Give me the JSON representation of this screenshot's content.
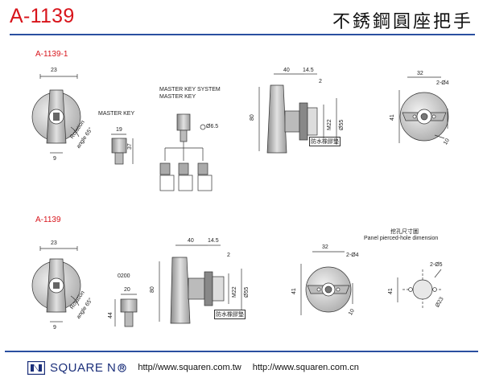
{
  "header": {
    "code": "A-1139",
    "title_cn": "不銹鋼圓座把手"
  },
  "sections": {
    "top_label": "A-1139-1",
    "bottom_label": "A-1139"
  },
  "labels": {
    "master_key": "MASTER KEY",
    "master_key_system": "MASTER KEY SYSTEM",
    "master_key_2": "MASTER KEY",
    "rotation_1": "Rotation",
    "angle_1": "angle 65°",
    "rotation_2": "Rotation",
    "angle_2": "angle 65°",
    "code_0200": "0200",
    "gasket_1": "防水橡膠墊",
    "gasket_2": "防水橡膠墊",
    "cutout_cn": "挖孔尺寸圖",
    "cutout_en": "Panel pierced-hole dimension"
  },
  "dims": {
    "t_front_23": "23",
    "t_front_9": "9",
    "t_key_19": "19",
    "t_key_37": "37",
    "t_phi65": "Ø6.5",
    "t_side_40": "40",
    "t_side_145": "14.5",
    "t_side_2": "2",
    "t_side_80": "80",
    "t_side_m22": "M22",
    "t_side_d55": "Ø55",
    "t_back_32": "32",
    "t_back_2d4": "2-Ø4",
    "t_back_41": "41",
    "t_back_10": "10",
    "b_front_23": "23",
    "b_front_9": "9",
    "b_key_20": "20",
    "b_key_44": "44",
    "b_side_40": "40",
    "b_side_145": "14.5",
    "b_side_2": "2",
    "b_side_80": "80",
    "b_side_m22": "M22",
    "b_side_d55": "Ø55",
    "b_back_32": "32",
    "b_back_2d4": "2-Ø4",
    "b_back_41": "41",
    "b_back_10": "10",
    "b_hole_2d5": "2-Ø5",
    "b_hole_41": "41",
    "b_hole_d23": "Ø23"
  },
  "footer": {
    "brand": "SQUARE N",
    "url_1": "http//www.squaren.com.tw",
    "url_2": "http://www.squaren.com.cn"
  },
  "colors": {
    "accent_red": "#d8141b",
    "rule_blue": "#2a4fa0",
    "brand_navy": "#1b2f7a"
  }
}
